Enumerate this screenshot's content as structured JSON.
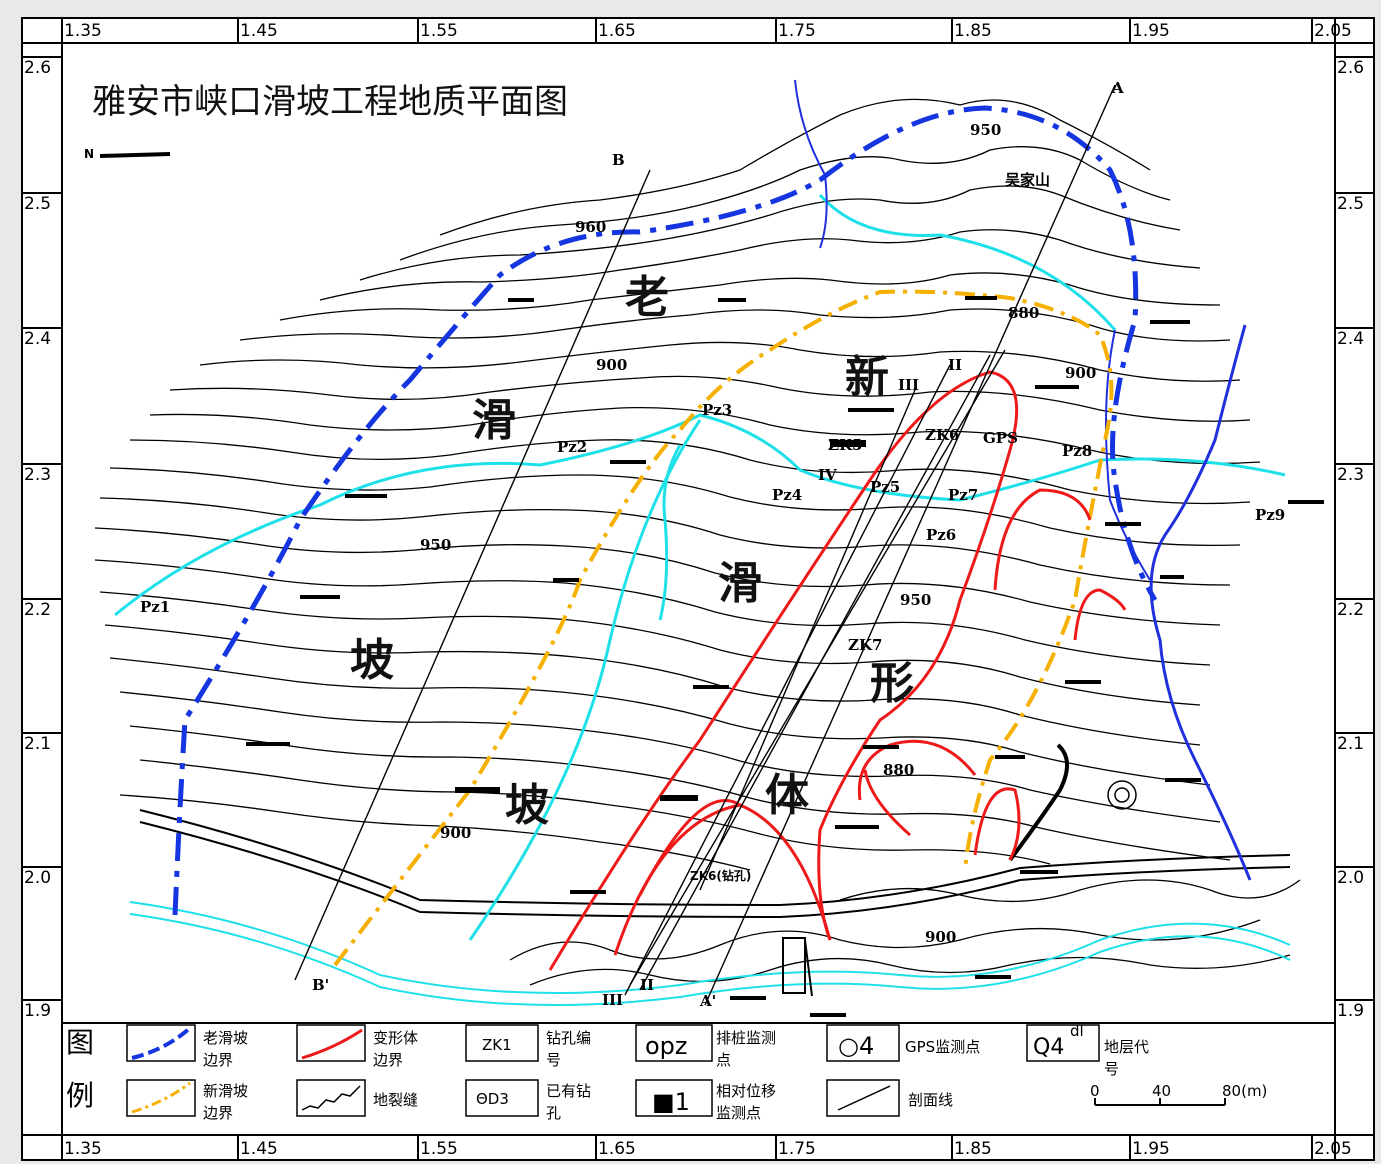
{
  "title": "雅安市峡口滑坡工程地质平面图",
  "north_label": "N",
  "x_ticks": [
    "1.35",
    "1.45",
    "1.55",
    "1.65",
    "1.75",
    "1.85",
    "1.95",
    "2.05"
  ],
  "y_ticks": [
    "2.6",
    "2.5",
    "2.4",
    "2.3",
    "2.2",
    "2.1",
    "2.0",
    "1.9"
  ],
  "zones": {
    "old_landslide": [
      "老",
      "滑",
      "坡",
      "坡"
    ],
    "new_landslide": [
      "新",
      "滑",
      "形",
      "体"
    ]
  },
  "contours": [
    "950",
    "960",
    "900",
    "950",
    "900",
    "950",
    "900",
    "880",
    "900",
    "880"
  ],
  "points": [
    "Pz1",
    "Pz2",
    "Pz3",
    "Pz4",
    "Pz5",
    "Pz6",
    "Pz7",
    "Pz8",
    "Pz9",
    "ZK5",
    "ZK6",
    "ZK7",
    "GPS"
  ],
  "profile_labels": [
    "A",
    "B",
    "B'",
    "II",
    "II",
    "III",
    "III",
    "IV",
    "A'"
  ],
  "misc_text": [
    "吴家山",
    "ZK6(钻孔)"
  ],
  "legend": {
    "tu": "图",
    "li": "例",
    "items": [
      {
        "icon": "old-boundary",
        "line1": "老滑坡",
        "line2": "边界"
      },
      {
        "icon": "deform-boundary",
        "line1": "变形体",
        "line2": "边界"
      },
      {
        "icon": "drill-id",
        "sym": "ZK1",
        "line1": "钻孔编",
        "line2": "号"
      },
      {
        "icon": "pile-monitor",
        "sym": "opz",
        "line1": "排桩监测",
        "line2": "点"
      },
      {
        "icon": "gps-point",
        "sym": "○4",
        "line1": "GPS监测点",
        "line2": ""
      },
      {
        "icon": "stratum-code",
        "sym": "Q4",
        "sup": "dl",
        "line1": "地层代",
        "line2": "号"
      },
      {
        "icon": "new-boundary",
        "line1": "新滑坡",
        "line2": "边界"
      },
      {
        "icon": "crack",
        "line1": "地裂缝",
        "line2": ""
      },
      {
        "icon": "existing-drill",
        "sym": "ΘD3",
        "line1": "已有钻",
        "line2": "孔"
      },
      {
        "icon": "relative-displacement",
        "sym": "■1",
        "line1": "相对位移",
        "line2": "监测点"
      },
      {
        "icon": "section-line",
        "line1": "剖面线",
        "line2": ""
      }
    ],
    "scale": {
      "ticks": [
        "0",
        "40",
        "80(m)"
      ]
    }
  },
  "colors": {
    "old_boundary": "#1535e0",
    "new_boundary": "#f5b000",
    "deformation": "#ee1a1a",
    "water": "#1ee0e8",
    "stream": "#2030dd",
    "contour": "#000000"
  }
}
